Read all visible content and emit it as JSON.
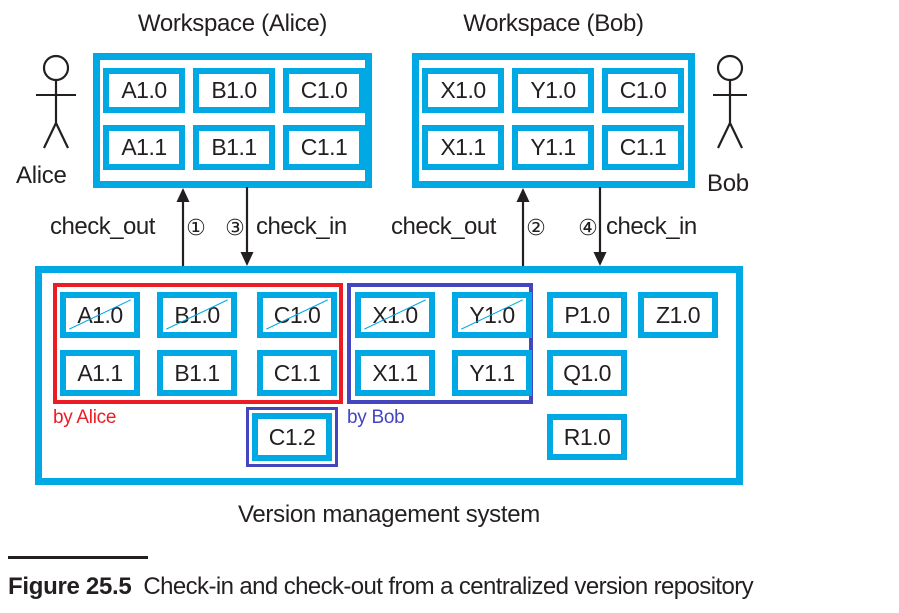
{
  "colors": {
    "cyan": "#00A9E4",
    "red": "#EC1C24",
    "blue": "#4346BE",
    "ink": "#231F20"
  },
  "actors": {
    "alice": "Alice",
    "bob": "Bob"
  },
  "workspaces": {
    "alice": {
      "title": "Workspace (Alice)",
      "row1": [
        "A1.0",
        "B1.0",
        "C1.0"
      ],
      "row2": [
        "A1.1",
        "B1.1",
        "C1.1"
      ]
    },
    "bob": {
      "title": "Workspace (Bob)",
      "row1": [
        "X1.0",
        "Y1.0",
        "C1.0"
      ],
      "row2": [
        "X1.1",
        "Y1.1",
        "C1.1"
      ]
    }
  },
  "transfers": {
    "alice": {
      "check_out": "check_out",
      "check_out_step": "①",
      "check_in_step": "③",
      "check_in": "check_in"
    },
    "bob": {
      "check_out": "check_out",
      "check_out_step": "②",
      "check_in_step": "④",
      "check_in": "check_in"
    }
  },
  "repository": {
    "label": "Version management system",
    "alice_group": {
      "owner": "by Alice",
      "row1": [
        "A1.0",
        "B1.0",
        "C1.0"
      ],
      "row2": [
        "A1.1",
        "B1.1",
        "C1.1"
      ]
    },
    "bob_group": {
      "owner": "by Bob",
      "row1": [
        "X1.0",
        "Y1.0"
      ],
      "row2": [
        "X1.1",
        "Y1.1"
      ]
    },
    "unlocked": {
      "row1": [
        "P1.0",
        "Z1.0"
      ],
      "row2": [
        "Q1.0"
      ],
      "row3": [
        "R1.0"
      ]
    },
    "new_version": "C1.2",
    "struck_items": [
      "A1.0",
      "B1.0",
      "C1.0",
      "X1.0",
      "Y1.0"
    ]
  },
  "caption": {
    "figure_label": "Figure 25.5",
    "text": "Check-in and check-out from a centralized version repository"
  }
}
